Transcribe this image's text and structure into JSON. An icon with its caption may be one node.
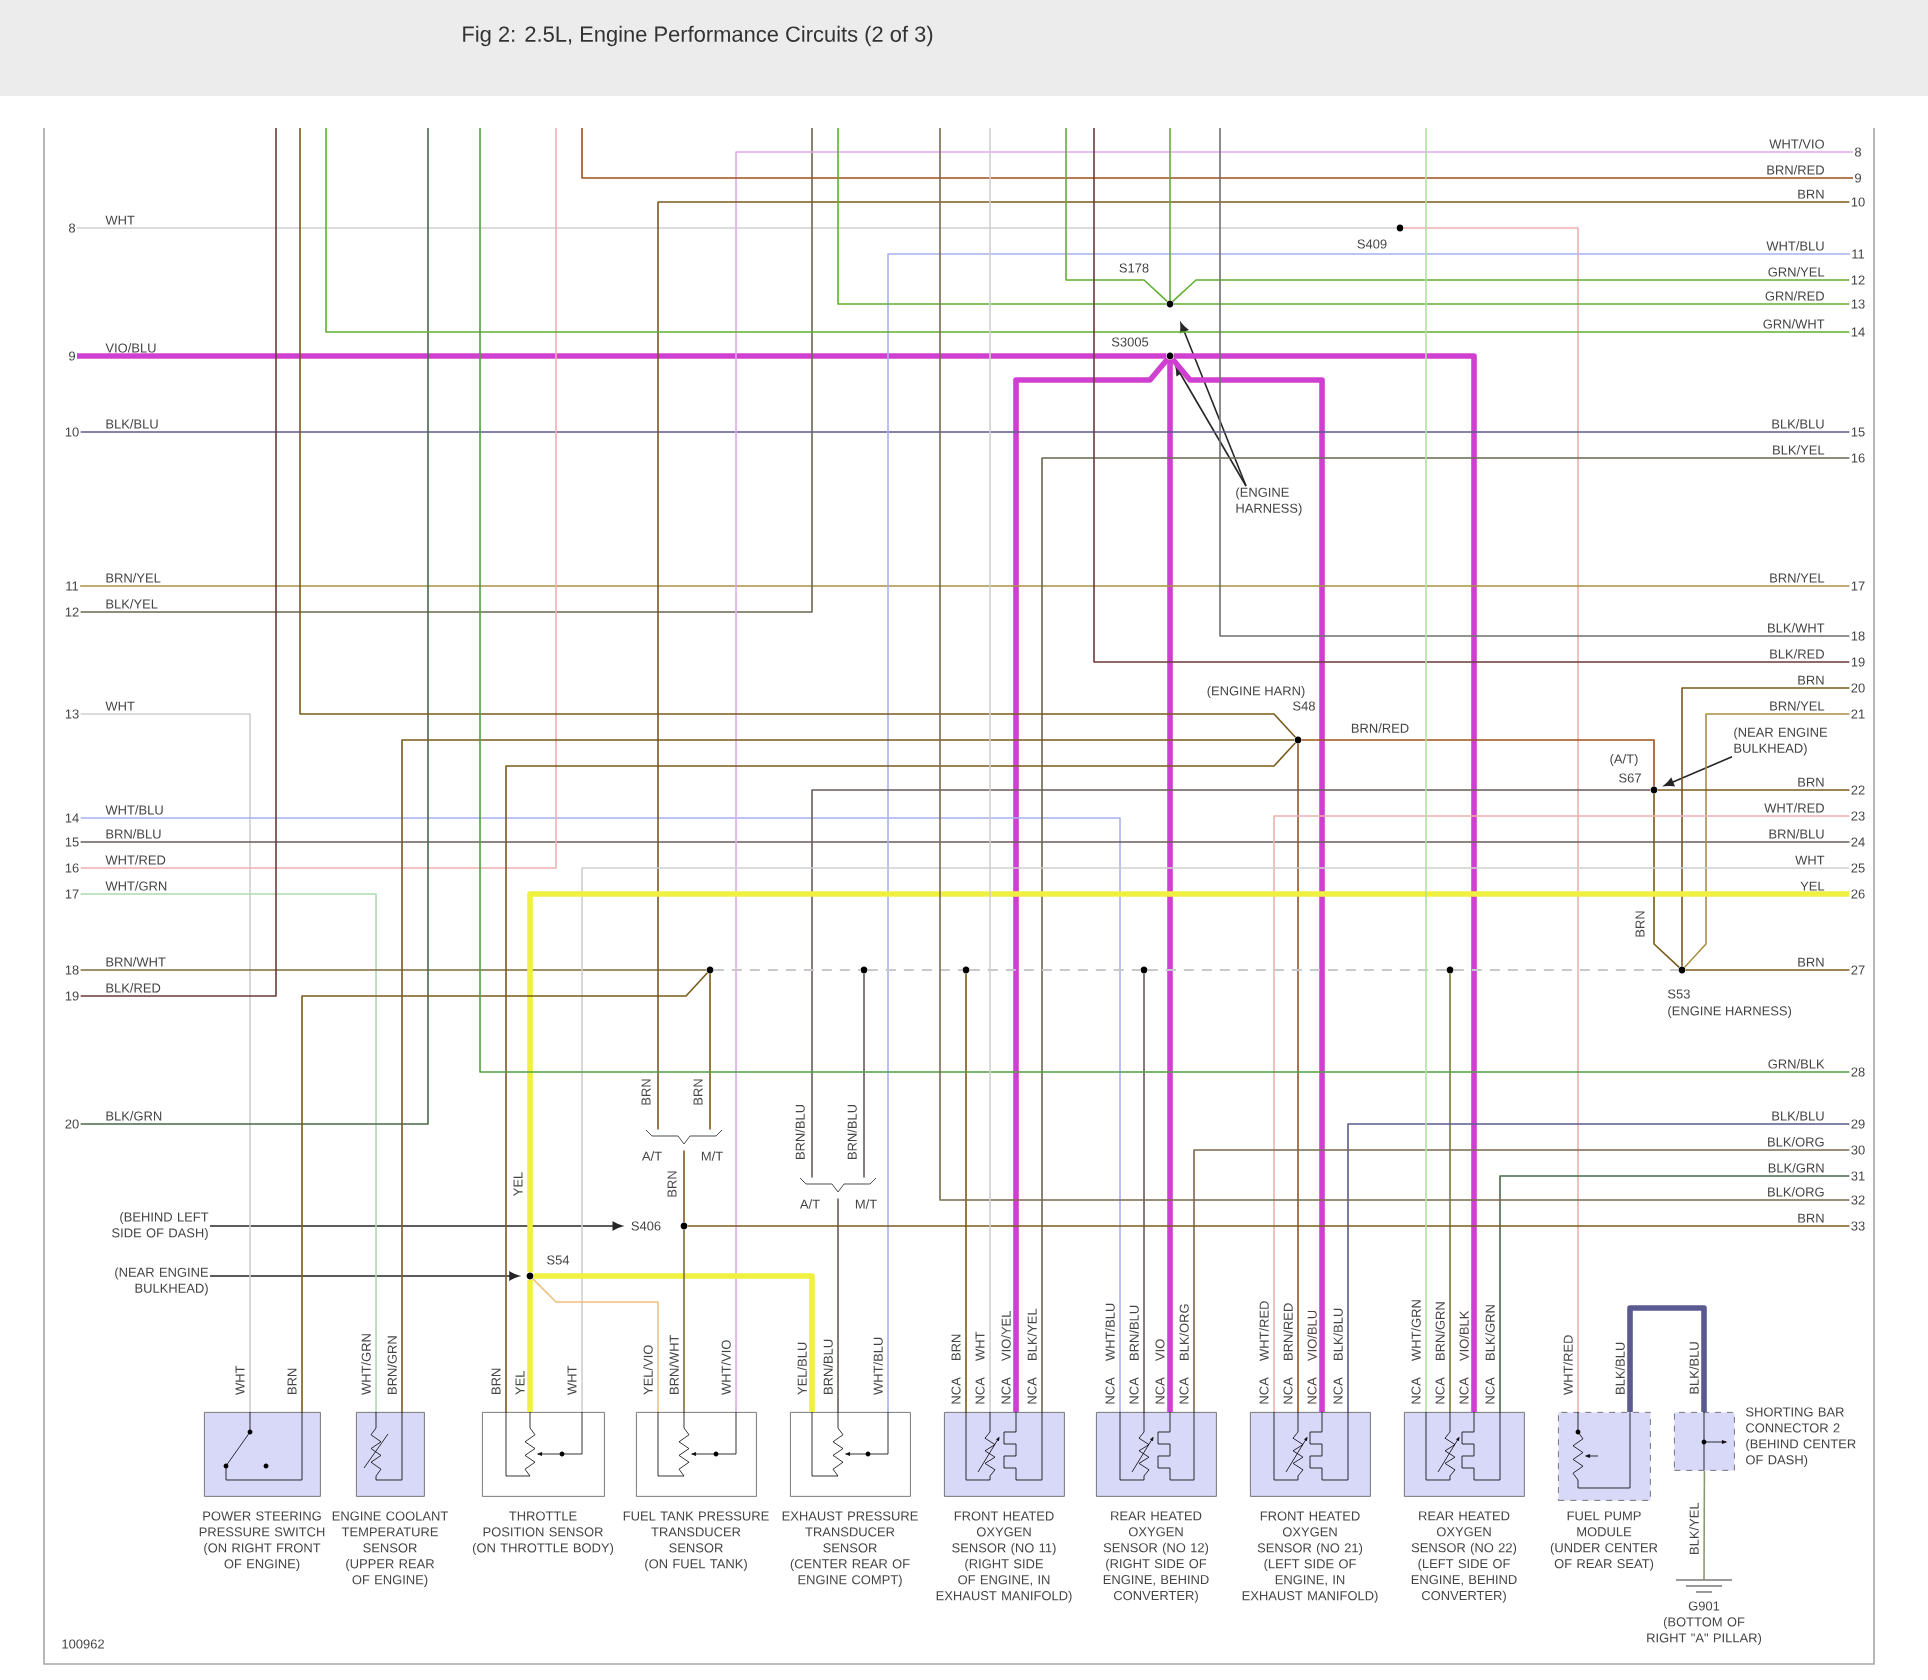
{
  "diagram": {
    "title": "Fig 2: 2.5L, Engine Performance Circuits (2 of 3)",
    "nodes": [
      {
        "text": [
          "POWER STEERING PRESSURE SWITCH",
          "(ON RIGHT FRONT OF ENGINE)"
        ]
      },
      {
        "text": [
          "ENGINE COOLANT TEMPERATURE SENSOR",
          "(UPPER REAR OF ENGINE)"
        ]
      },
      {
        "text": [
          "THROTTLE POSITION SENSOR",
          "(ON THROTTLE BODY)"
        ]
      },
      {
        "text": [
          "FUEL TANK PRESSURE TRANSDUCER SENSOR",
          "(ON FUEL TANK)"
        ]
      },
      {
        "text": [
          "EXHAUST PRESSURE TRANSDUCER SENSOR",
          "(CENTER REAR OF ENGINE COMPT)"
        ]
      },
      {
        "text": [
          "FRONT HEATED OXYGEN SENSOR (NO 11)",
          "(RIGHT SIDE OF ENGINE, IN EXHAUST MANIFOLD)"
        ],
        "beside": [
          "NCA",
          "NCA",
          "NCA",
          "NCA"
        ]
      },
      {
        "text": [
          "REAR HEATED OXYGEN SENSOR (NO 12)",
          "(RIGHT SIDE OF ENGINE, BEHIND CONVERTER)"
        ],
        "beside": [
          "NCA",
          "NCA",
          "NCA",
          "NCA"
        ]
      },
      {
        "text": [
          "FRONT HEATED OXYGEN SENSOR (NO 21)",
          "(LEFT SIDE OF ENGINE, IN EXHAUST MANIFOLD)"
        ],
        "beside": [
          "NCA",
          "NCA",
          "NCA",
          "NCA"
        ]
      },
      {
        "text": [
          "REAR HEATED OXYGEN SENSOR (NO 22)",
          "(LEFT SIDE OF ENGINE, BEHIND CONVERTER)"
        ],
        "beside": [
          "NCA",
          "NCA",
          "NCA",
          "NCA"
        ]
      },
      {
        "text": [
          "FUEL PUMP MODULE",
          "(UNDER CENTER OF REAR SEAT)"
        ]
      },
      {
        "text": [
          "SHORTING BAR CONNECTOR 2",
          "(BEHIND CENTER OF DASH)"
        ]
      },
      {
        "text": [
          "G901",
          "(BOTTOM OF RIGHT \"A\" PILLAR)"
        ]
      },
      {
        "text": [
          "(ENGINE HARNESS)"
        ]
      },
      {
        "text": [
          "(BEHIND LEFT SIDE OF DASH)"
        ]
      },
      {
        "text": [
          "(NEAR ENGINE BULKHEAD)"
        ]
      },
      {
        "text": [
          "(NEAR ENGINE BULKHEAD)"
        ]
      },
      {
        "text": [
          "8",
          "WHT"
        ]
      },
      {
        "text": [
          "9",
          "VIO/BLU"
        ]
      },
      {
        "text": [
          "10",
          "BLK/BLU"
        ]
      },
      {
        "text": [
          "11",
          "BRN/YEL"
        ]
      },
      {
        "text": [
          "12",
          "BLK/YEL"
        ]
      },
      {
        "text": [
          "13",
          "WHT"
        ]
      },
      {
        "text": [
          "14",
          "WHT/BLU"
        ]
      },
      {
        "text": [
          "15",
          "BRN/BLU"
        ]
      },
      {
        "text": [
          "16",
          "WHT/RED"
        ]
      },
      {
        "text": [
          "17",
          "WHT/GRN"
        ]
      },
      {
        "text": [
          "18",
          "BRN/WHT"
        ]
      },
      {
        "text": [
          "19",
          "BLK/RED"
        ]
      },
      {
        "text": [
          "20",
          "BLK/GRN"
        ]
      },
      {
        "text": [
          "WHT/VIO",
          "8"
        ]
      },
      {
        "text": [
          "BRN/RED",
          "9"
        ]
      },
      {
        "text": [
          "BRN",
          "10"
        ]
      },
      {
        "text": [
          "WHT/BLU",
          "11"
        ]
      },
      {
        "text": [
          "GRN/YEL",
          "12"
        ]
      },
      {
        "text": [
          "GRN/RED",
          "13"
        ]
      },
      {
        "text": [
          "GRN/WHT",
          "14"
        ]
      },
      {
        "text": [
          "BLK/BLU",
          "15"
        ]
      },
      {
        "text": [
          "BLK/YEL",
          "16"
        ]
      },
      {
        "text": [
          "BRN/YEL",
          "17"
        ]
      },
      {
        "text": [
          "BLK/WHT",
          "18"
        ]
      },
      {
        "text": [
          "BLK/RED",
          "19"
        ]
      },
      {
        "text": [
          "BRN",
          "20"
        ]
      },
      {
        "text": [
          "BRN/YEL",
          "21"
        ]
      },
      {
        "text": [
          "BRN",
          "22"
        ]
      },
      {
        "text": [
          "WHT/RED",
          "23"
        ]
      },
      {
        "text": [
          "BRN/BLU",
          "24"
        ]
      },
      {
        "text": [
          "WHT",
          "25"
        ]
      },
      {
        "text": [
          "YEL",
          "26"
        ]
      },
      {
        "text": [
          "BRN",
          "27"
        ]
      },
      {
        "text": [
          "GRN/BLK",
          "28"
        ]
      },
      {
        "text": [
          "BLK/BLU",
          "29"
        ]
      },
      {
        "text": [
          "BLK/ORG",
          "30"
        ]
      },
      {
        "text": [
          "BLK/GRN",
          "31"
        ]
      },
      {
        "text": [
          "BLK/ORG",
          "32"
        ]
      },
      {
        "text": [
          "BRN",
          "33"
        ]
      },
      {
        "text": [
          "S409"
        ]
      },
      {
        "text": [
          "S178"
        ]
      },
      {
        "text": [
          "S3005"
        ]
      },
      {
        "text": [
          "(ENGINE HARN)",
          "S48"
        ]
      },
      {
        "text": [
          "(A/T)",
          "S67"
        ]
      },
      {
        "text": [
          "S53",
          "(ENGINE HARNESS)"
        ]
      },
      {
        "text": [
          "S406"
        ]
      },
      {
        "text": [
          "S54"
        ]
      },
      {
        "text": [],
        "shape": "circle"
      },
      {
        "text": [],
        "shape": "circle"
      },
      {
        "text": [],
        "shape": "circle"
      },
      {
        "text": [],
        "shape": "circle"
      },
      {
        "text": [],
        "shape": "circle"
      },
      {
        "text": [
          "A/T",
          "M/T"
        ]
      },
      {
        "text": [
          "A/T",
          "M/T"
        ]
      }
    ],
    "edges": [
      {
        "from": 12,
        "to": 56,
        "arrow": "to"
      },
      {
        "from": 12,
        "to": 57,
        "arrow": "to"
      },
      {
        "from": 13,
        "to": 61,
        "arrow": "to"
      },
      {
        "from": 14,
        "to": 62,
        "arrow": "to"
      },
      {
        "from": 15,
        "to": 59,
        "arrow": "to"
      },
      {
        "from": 9,
        "to": 10,
        "arrow": "none",
        "label": "BLK/BLU",
        "style": "thick",
        "color": "#5a5a90"
      },
      {
        "from": 10,
        "to": 11,
        "arrow": "none",
        "label": "BLK/YEL",
        "color": "#8a9a70"
      },
      {
        "from": 16,
        "to": 55,
        "arrow": "none",
        "color": "#cfcfcf"
      },
      {
        "from": 55,
        "to": 9,
        "arrow": "none",
        "label": "WHT/RED",
        "color": "#f0b0b0"
      },
      {
        "from": 17,
        "to": 57,
        "arrow": "none",
        "style": "thick",
        "color": "#d040d0"
      },
      {
        "from": 57,
        "to": 8,
        "arrow": "none",
        "label": "VIO/BLK",
        "style": "thick",
        "color": "#d040d0"
      },
      {
        "from": 57,
        "to": 6,
        "arrow": "none",
        "label": "VIO",
        "style": "thick",
        "color": "#d040d0"
      },
      {
        "from": 57,
        "to": 5,
        "arrow": "none",
        "label": "VIO/YEL",
        "style": "thick",
        "color": "#d040d0"
      },
      {
        "from": 57,
        "to": 7,
        "arrow": "none",
        "label": "VIO/BLU",
        "style": "thick",
        "color": "#d040d0"
      },
      {
        "from": 18,
        "to": 36,
        "arrow": "none",
        "color": "#5a5a90"
      },
      {
        "from": 19,
        "to": 38,
        "arrow": "none",
        "color": "#a89040"
      },
      {
        "from": null,
        "to": 20,
        "arrow": "none",
        "color": "#6a6850"
      },
      {
        "from": 21,
        "to": 0,
        "arrow": "none",
        "label": "WHT",
        "color": "#cfcfcf"
      },
      {
        "from": 22,
        "to": 6,
        "arrow": "none",
        "label": "WHT/BLU",
        "color": "#a8b0f0"
      },
      {
        "from": 23,
        "to": 45,
        "arrow": "none",
        "color": "#6a5a5a"
      },
      {
        "from": null,
        "to": 24,
        "arrow": "none",
        "color": "#f0b0b0"
      },
      {
        "from": 25,
        "to": 1,
        "arrow": "none",
        "label": "WHT/GRN",
        "color": "#b0d8b0"
      },
      {
        "from": 26,
        "to": 63,
        "arrow": "none",
        "color": "#806a3a"
      },
      {
        "from": null,
        "to": 27,
        "arrow": "none",
        "color": "#6a3a3a"
      },
      {
        "from": null,
        "to": 28,
        "arrow": "none",
        "color": "#4a6a4a"
      },
      {
        "from": 29,
        "to": 3,
        "arrow": "none",
        "label": "WHT/VIO",
        "color": "#e0a8f0"
      },
      {
        "from": null,
        "to": 30,
        "arrow": "none",
        "color": "#a0501a"
      },
      {
        "from": 31,
        "to": 68,
        "arrow": "none",
        "label": "BRN",
        "color": "#7a5a1a"
      },
      {
        "from": 32,
        "to": 4,
        "arrow": "none",
        "label": "WHT/BLU",
        "color": "#a8b0f0"
      },
      {
        "from": 33,
        "to": 56,
        "arrow": "none",
        "color": "#60b030"
      },
      {
        "from": 34,
        "to": 56,
        "arrow": "none",
        "color": "#60b030"
      },
      {
        "from": null,
        "to": 56,
        "arrow": "none",
        "color": "#60b030"
      },
      {
        "from": null,
        "to": 56,
        "arrow": "none",
        "color": "#60b030"
      },
      {
        "from": null,
        "to": 56,
        "arrow": "none",
        "color": "#60b030"
      },
      {
        "from": null,
        "to": 35,
        "arrow": "none",
        "color": "#60b030"
      },
      {
        "from": 37,
        "to": 5,
        "arrow": "none",
        "label": "BLK/YEL",
        "color": "#6a6850"
      },
      {
        "from": null,
        "to": 39,
        "arrow": "none",
        "color": "#707070"
      },
      {
        "from": null,
        "to": 40,
        "arrow": "none",
        "color": "#6a3a3a"
      },
      {
        "from": 41,
        "to": 60,
        "arrow": "none",
        "color": "#7a5a1a"
      },
      {
        "from": 42,
        "to": 60,
        "arrow": "none",
        "color": "#a89040"
      },
      {
        "from": null,
        "to": 58,
        "arrow": "none",
        "color": "#7a5a1a"
      },
      {
        "from": 1,
        "to": 58,
        "arrow": "none",
        "label": "BRN/GRN",
        "color": "#7a5a1a"
      },
      {
        "from": 2,
        "to": 58,
        "arrow": "none",
        "label": "BRN",
        "color": "#7a5a1a"
      },
      {
        "from": 58,
        "to": 59,
        "arrow": "none",
        "label": "BRN/RED",
        "color": "#a0501a"
      },
      {
        "from": 58,
        "to": 7,
        "arrow": "none",
        "label": "BRN/RED",
        "color": "#a0501a"
      },
      {
        "from": 43,
        "to": 59,
        "arrow": "none",
        "color": "#7a5a1a"
      },
      {
        "from": 59,
        "to": 69,
        "arrow": "none",
        "label": "BRN/BLU",
        "color": "#6a5a5a"
      },
      {
        "from": 59,
        "to": 60,
        "arrow": "none",
        "label": "BRN",
        "color": "#7a5a1a"
      },
      {
        "from": 44,
        "to": 7,
        "arrow": "none",
        "label": "WHT/RED",
        "color": "#f0b0b0"
      },
      {
        "from": 46,
        "to": 2,
        "arrow": "none",
        "label": "WHT",
        "color": "#cfcfcf"
      },
      {
        "from": 47,
        "to": 62,
        "arrow": "none",
        "label": "YEL",
        "style": "thick",
        "color": "#f0f040"
      },
      {
        "from": 62,
        "to": 2,
        "arrow": "none",
        "label": "YEL",
        "style": "thick",
        "color": "#f0f040"
      },
      {
        "from": 62,
        "to": 4,
        "arrow": "none",
        "label": "YEL/BLU",
        "style": "thick",
        "color": "#f0f040"
      },
      {
        "from": 62,
        "to": 3,
        "arrow": "none",
        "label": "YEL/VIO",
        "color": "#f0c080"
      },
      {
        "from": 60,
        "to": 48,
        "arrow": "none",
        "color": "#7a5a1a"
      },
      {
        "from": 63,
        "to": 64,
        "arrow": "none",
        "style": "dashed",
        "color": "#c8c8c8"
      },
      {
        "from": 64,
        "to": 65,
        "arrow": "none",
        "style": "dashed",
        "color": "#c8c8c8"
      },
      {
        "from": 65,
        "to": 66,
        "arrow": "none",
        "style": "dashed",
        "color": "#c8c8c8"
      },
      {
        "from": 66,
        "to": 67,
        "arrow": "none",
        "style": "dashed",
        "color": "#c8c8c8"
      },
      {
        "from": 67,
        "to": 60,
        "arrow": "none",
        "style": "dashed",
        "color": "#c8c8c8"
      },
      {
        "from": 63,
        "to": 68,
        "arrow": "none",
        "label": "BRN",
        "color": "#7a5a1a"
      },
      {
        "from": 64,
        "to": 69,
        "arrow": "none",
        "label": "BRN/BLU",
        "color": "#6a5a5a"
      },
      {
        "from": 65,
        "to": 5,
        "arrow": "none",
        "label": "BRN",
        "color": "#7a5a1a"
      },
      {
        "from": 66,
        "to": 6,
        "arrow": "none",
        "label": "BRN/BLU",
        "color": "#6a5a5a"
      },
      {
        "from": 67,
        "to": 8,
        "arrow": "none",
        "label": "BRN/GRN",
        "color": "#7a7a30"
      },
      {
        "from": 0,
        "to": 63,
        "arrow": "none",
        "label": "BRN",
        "color": "#7a5a1a"
      },
      {
        "from": 68,
        "to": 61,
        "arrow": "none",
        "label": "BRN",
        "color": "#7a5a1a"
      },
      {
        "from": 61,
        "to": 3,
        "arrow": "none",
        "label": "BRN/WHT",
        "color": "#806a3a"
      },
      {
        "from": 69,
        "to": 4,
        "arrow": "none",
        "label": "BRN/BLU",
        "color": "#6a5a5a"
      },
      {
        "from": 49,
        "to": null,
        "arrow": "none",
        "color": "#50a040"
      },
      {
        "from": 50,
        "to": 7,
        "arrow": "none",
        "label": "BLK/BLU",
        "color": "#5a5a90"
      },
      {
        "from": 51,
        "to": 6,
        "arrow": "none",
        "label": "BLK/ORG",
        "color": "#7a6a50"
      },
      {
        "from": 52,
        "to": 8,
        "arrow": "none",
        "label": "BLK/GRN",
        "color": "#4a6a4a"
      },
      {
        "from": 53,
        "to": null,
        "arrow": "none",
        "color": "#7a6a50"
      },
      {
        "from": 54,
        "to": 61,
        "arrow": "none",
        "color": "#7a5a1a"
      },
      {
        "from": null,
        "to": 5,
        "arrow": "none",
        "label": "WHT",
        "color": "#cfcfcf"
      },
      {
        "from": null,
        "to": 8,
        "arrow": "none",
        "label": "WHT/GRN",
        "color": "#b0e0a0"
      }
    ],
    "labels": [
      "100962",
      "BLK/BLU"
    ]
  }
}
